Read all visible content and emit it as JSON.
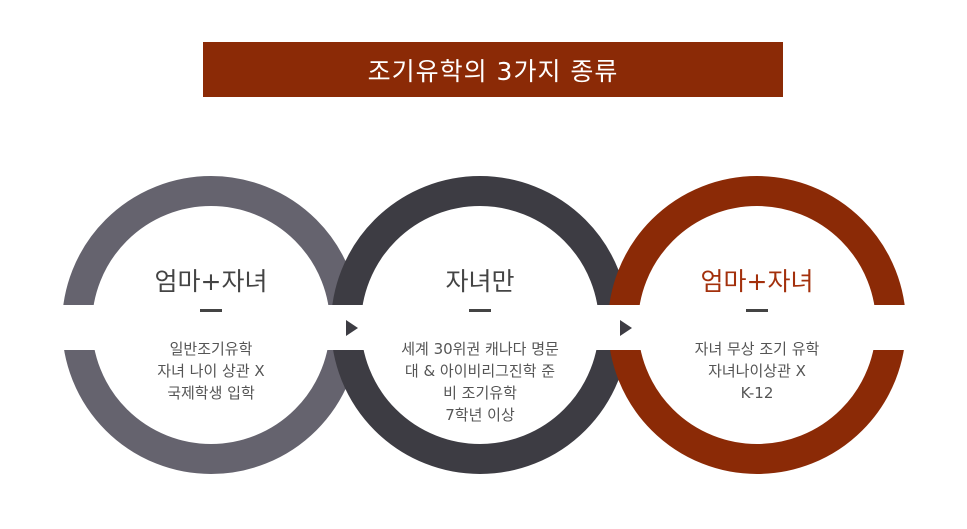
{
  "title": "조기유학의 3가지 종류",
  "colors": {
    "ring1": "#65636e",
    "ring2": "#3d3c43",
    "ring3": "#8b2a06"
  },
  "items": [
    {
      "heading": "엄마+자녀",
      "lines": [
        "일반조기유학",
        "자녀 나이 상관 X",
        "국제학생 입학"
      ]
    },
    {
      "heading": "자녀만",
      "lines": [
        "세계 30위권 캐나다 명문",
        "대 & 아이비리그진학 준",
        "비 조기유학",
        "7학년 이상"
      ]
    },
    {
      "heading": "엄마+자녀",
      "lines": [
        "자녀 무상 조기 유학",
        "자녀나이상관 X",
        "K-12"
      ]
    }
  ]
}
